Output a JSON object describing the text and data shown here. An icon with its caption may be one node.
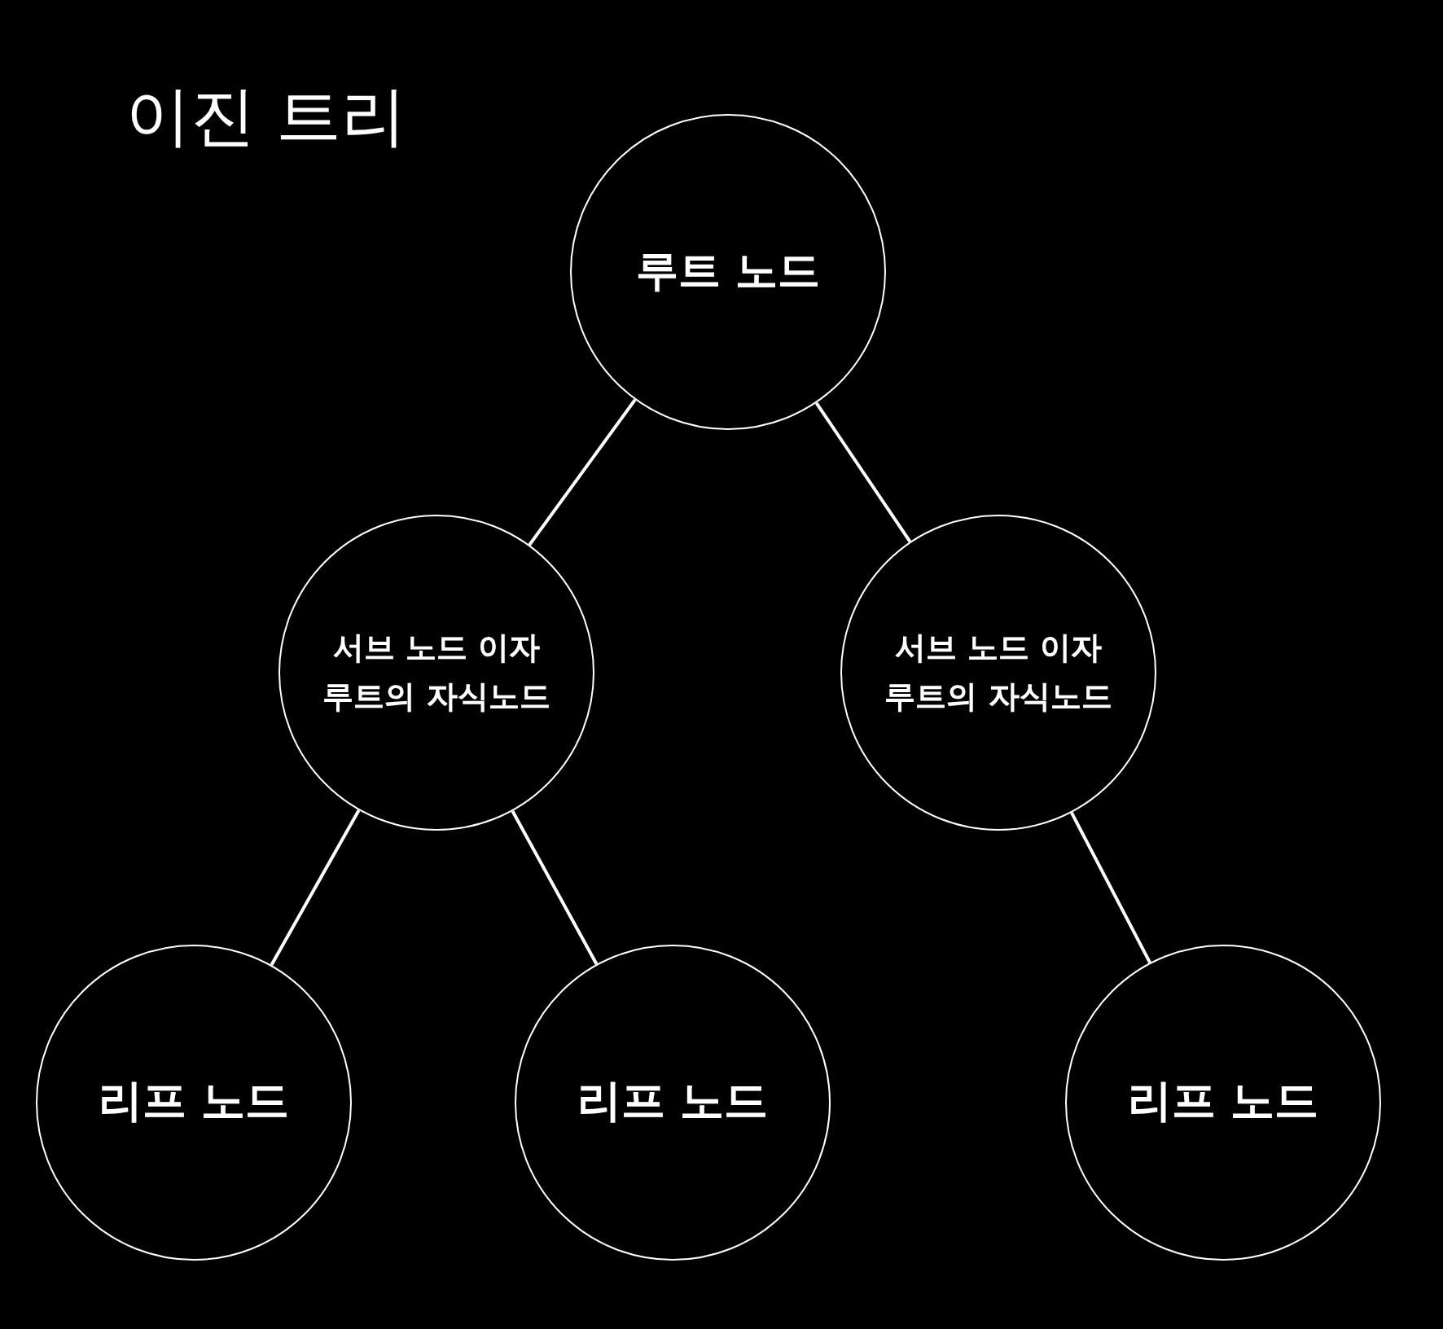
{
  "diagram": {
    "title": "이진 트리",
    "nodes": [
      {
        "text": [
          "루트 노드"
        ]
      },
      {
        "text": [
          "서브 노드 이자 루트의 자식노드"
        ]
      },
      {
        "text": [
          "서브 노드 이자 루트의 자식노드"
        ]
      },
      {
        "text": [
          "리프 노드"
        ]
      },
      {
        "text": [
          "리프 노드"
        ]
      },
      {
        "text": [
          "리프 노드"
        ]
      }
    ],
    "edges": [
      {
        "from": 0,
        "to": 1,
        "arrow": "none"
      },
      {
        "from": 0,
        "to": 2,
        "arrow": "none"
      },
      {
        "from": 1,
        "to": 3,
        "arrow": "none"
      },
      {
        "from": 1,
        "to": 4,
        "arrow": "none"
      },
      {
        "from": 2,
        "to": 5,
        "arrow": "none"
      }
    ]
  }
}
